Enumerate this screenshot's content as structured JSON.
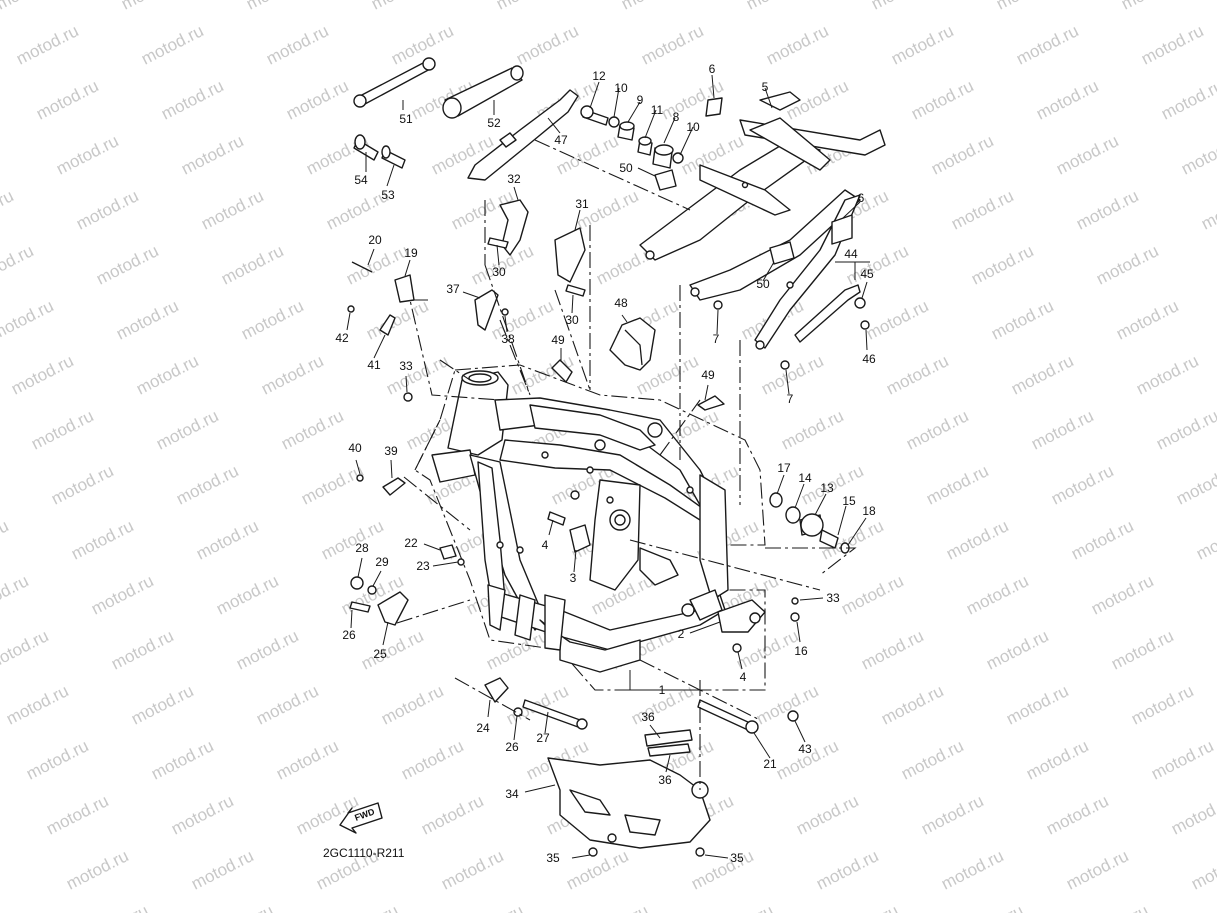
{
  "watermark": "motod.ru",
  "diagram_code": "2GC1110-R211",
  "fwd_label": "FWD",
  "callouts": [
    {
      "id": "c1",
      "text": "1"
    },
    {
      "id": "c2",
      "text": "2"
    },
    {
      "id": "c3",
      "text": "3"
    },
    {
      "id": "c4a",
      "text": "4"
    },
    {
      "id": "c4b",
      "text": "4"
    },
    {
      "id": "c5",
      "text": "5"
    },
    {
      "id": "c6a",
      "text": "6"
    },
    {
      "id": "c6b",
      "text": "6"
    },
    {
      "id": "c7a",
      "text": "7"
    },
    {
      "id": "c7b",
      "text": "7"
    },
    {
      "id": "c8",
      "text": "8"
    },
    {
      "id": "c9",
      "text": "9"
    },
    {
      "id": "c10a",
      "text": "10"
    },
    {
      "id": "c10b",
      "text": "10"
    },
    {
      "id": "c11",
      "text": "11"
    },
    {
      "id": "c12",
      "text": "12"
    },
    {
      "id": "c13",
      "text": "13"
    },
    {
      "id": "c14",
      "text": "14"
    },
    {
      "id": "c15",
      "text": "15"
    },
    {
      "id": "c16",
      "text": "16"
    },
    {
      "id": "c17",
      "text": "17"
    },
    {
      "id": "c18",
      "text": "18"
    },
    {
      "id": "c19",
      "text": "19"
    },
    {
      "id": "c20",
      "text": "20"
    },
    {
      "id": "c21",
      "text": "21"
    },
    {
      "id": "c22",
      "text": "22"
    },
    {
      "id": "c23",
      "text": "23"
    },
    {
      "id": "c24",
      "text": "24"
    },
    {
      "id": "c25",
      "text": "25"
    },
    {
      "id": "c26a",
      "text": "26"
    },
    {
      "id": "c26b",
      "text": "26"
    },
    {
      "id": "c27",
      "text": "27"
    },
    {
      "id": "c28",
      "text": "28"
    },
    {
      "id": "c29",
      "text": "29"
    },
    {
      "id": "c30a",
      "text": "30"
    },
    {
      "id": "c30b",
      "text": "30"
    },
    {
      "id": "c31",
      "text": "31"
    },
    {
      "id": "c32",
      "text": "32"
    },
    {
      "id": "c33a",
      "text": "33"
    },
    {
      "id": "c33b",
      "text": "33"
    },
    {
      "id": "c34",
      "text": "34"
    },
    {
      "id": "c35a",
      "text": "35"
    },
    {
      "id": "c35b",
      "text": "35"
    },
    {
      "id": "c36a",
      "text": "36"
    },
    {
      "id": "c36b",
      "text": "36"
    },
    {
      "id": "c37",
      "text": "37"
    },
    {
      "id": "c38",
      "text": "38"
    },
    {
      "id": "c39",
      "text": "39"
    },
    {
      "id": "c40",
      "text": "40"
    },
    {
      "id": "c41",
      "text": "41"
    },
    {
      "id": "c42",
      "text": "42"
    },
    {
      "id": "c43",
      "text": "43"
    },
    {
      "id": "c44",
      "text": "44"
    },
    {
      "id": "c45",
      "text": "45"
    },
    {
      "id": "c46",
      "text": "46"
    },
    {
      "id": "c47",
      "text": "47"
    },
    {
      "id": "c48",
      "text": "48"
    },
    {
      "id": "c49a",
      "text": "49"
    },
    {
      "id": "c49b",
      "text": "49"
    },
    {
      "id": "c50a",
      "text": "50"
    },
    {
      "id": "c50b",
      "text": "50"
    },
    {
      "id": "c51",
      "text": "51"
    },
    {
      "id": "c52",
      "text": "52"
    },
    {
      "id": "c53",
      "text": "53"
    },
    {
      "id": "c54",
      "text": "54"
    }
  ]
}
